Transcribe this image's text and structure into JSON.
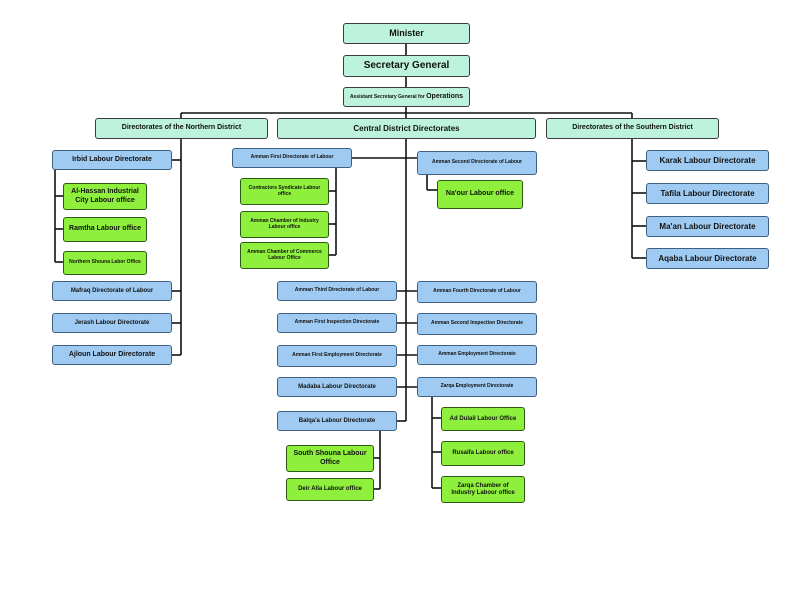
{
  "org": {
    "minister": "Minister",
    "secretary_general": "Secretary General",
    "assistant_secretary": {
      "prefix": "Assistant Secretary General for ",
      "emphasis": "Operations"
    },
    "districts": {
      "northern": "Directorates of the Northern District",
      "central": "Central District Directorates",
      "southern": "Directorates of the Southern District"
    }
  },
  "northern": {
    "irbid": "Irbid Labour Directorate",
    "al_hassan": "Al-Hassan Industrial City Labour office",
    "ramtha": "Ramtha Labour office",
    "northern_shouna": "Northern Shouna Labor Office",
    "mafraq": "Mafraq Directorate of Labour",
    "jerash": "Jerash Labour Directorate",
    "ajloun": "Ajloun Labour Directorate"
  },
  "central": {
    "amman_first": "Amman First Directorate of Labour",
    "contractors": "Contractors Syndicate Labour office",
    "amman_chamber_industry": "Amman Chamber of Industry Labour office",
    "amman_chamber_commerce": "Amman Chamber of Commerce Labour Office",
    "amman_second": "Amman Second Directorate of Labour",
    "naour": "Na'our Labour office",
    "amman_third": "Amman Third Directorate of Labour",
    "amman_fourth": "Amman Fourth Directorate of Labour",
    "amman_first_inspection": "Amman First Inspection Directorate",
    "amman_second_inspection": "Amman Second Inspection Directorate",
    "amman_first_employment": "Amman First Employment Directorate",
    "amman_employment": "Amman Employment Directorate",
    "madaba": "Madaba Labour Directorate",
    "zarqa_employment": "Zarqa Employment Directorate",
    "balqa": "Balqa'a Labour Directorate",
    "ad_dulail": "Ad Dulail Labour Office",
    "rusaifa": "Rusaifa Labour office",
    "zarqa_chamber": "Zarqa Chamber of Industry Labour office",
    "south_shouna": "South Shouna Labour Office",
    "deir_alla": "Deir Alla Labour office"
  },
  "southern": {
    "karak": "Karak Labour Directorate",
    "tafila": "Tafila Labour Directorate",
    "maan": "Ma'an Labour Directorate",
    "aqaba": "Aqaba Labour Directorate"
  },
  "colors": {
    "top_level": "#bdf3dc",
    "directorate": "#9fcbf2",
    "office": "#8ef03c",
    "connector": "#111111"
  }
}
